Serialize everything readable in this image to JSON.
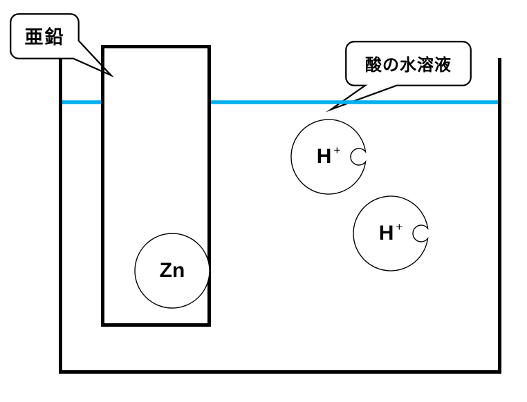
{
  "figure": {
    "callouts": {
      "zinc": "亜鉛",
      "acid_solution": "酸の水溶液"
    },
    "particles": {
      "zn_atom": {
        "symbol": "Zn"
      },
      "h_ions": [
        {
          "symbol": "H",
          "charge": "+"
        },
        {
          "symbol": "H",
          "charge": "+"
        }
      ]
    },
    "colors": {
      "water_line": "#00AEEF",
      "outline": "#000000",
      "background": "#FFFFFF"
    }
  }
}
